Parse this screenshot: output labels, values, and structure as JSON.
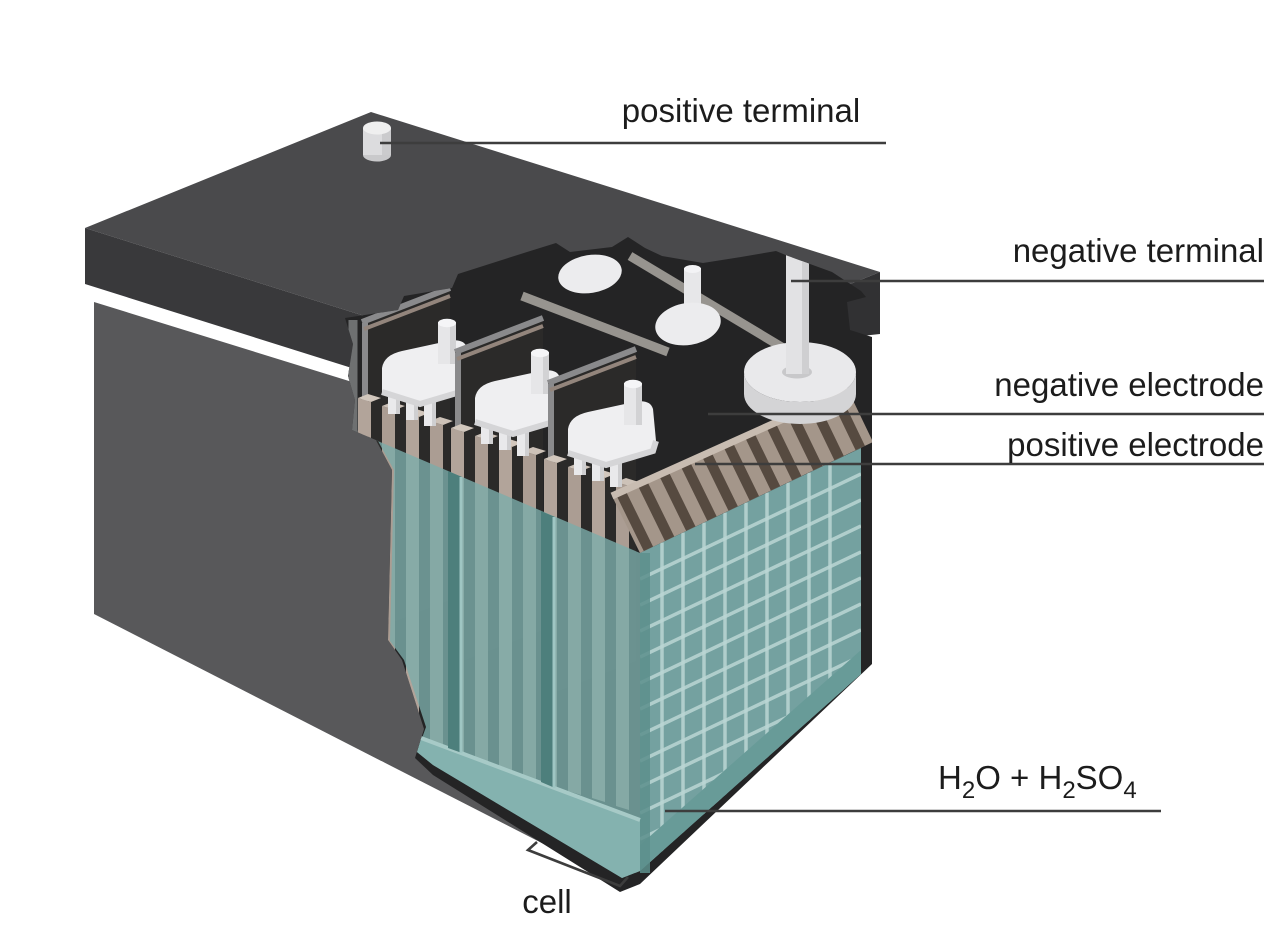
{
  "diagram": {
    "type": "car-battery-cutaway",
    "labels": {
      "positive_terminal": "positive terminal",
      "negative_terminal": "negative terminal",
      "negative_electrode": "negative electrode",
      "positive_electrode": "positive electrode",
      "cell": "cell",
      "electrolyte_parts": [
        "H",
        "2",
        "O + H",
        "2",
        "SO",
        "4"
      ]
    },
    "colors": {
      "background": "#ffffff",
      "case_body": "#58585a",
      "lid_top": "#4a4a4c",
      "lid_rim": "#39393b",
      "interior_black": "#242425",
      "plate_tan": "#b2a49a",
      "plate_dark_gap": "#3a342e",
      "strap_white": "#efeff1",
      "electrolyte_teal": "#7cadaa",
      "grid_line_teal": "#a3c8c5",
      "label_text": "#1c1c1c",
      "label_line": "#3d3d3d"
    }
  }
}
